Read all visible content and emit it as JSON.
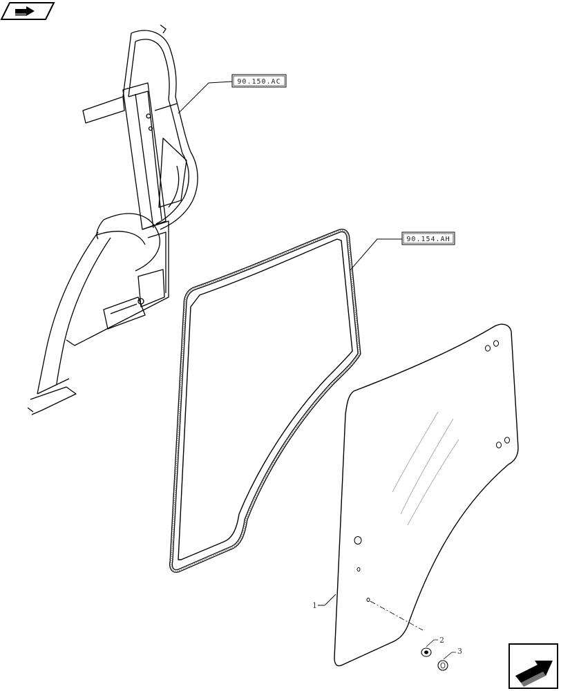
{
  "references": {
    "cab_frame_ref": "90.150.AC",
    "door_seal_ref": "90.154.AH"
  },
  "callouts": {
    "glass_panel": "1",
    "bushing": "2",
    "fastener": "3"
  },
  "icons": {
    "top_left": "previous-page-arrow-icon",
    "bottom_right": "next-page-arrow-icon"
  }
}
